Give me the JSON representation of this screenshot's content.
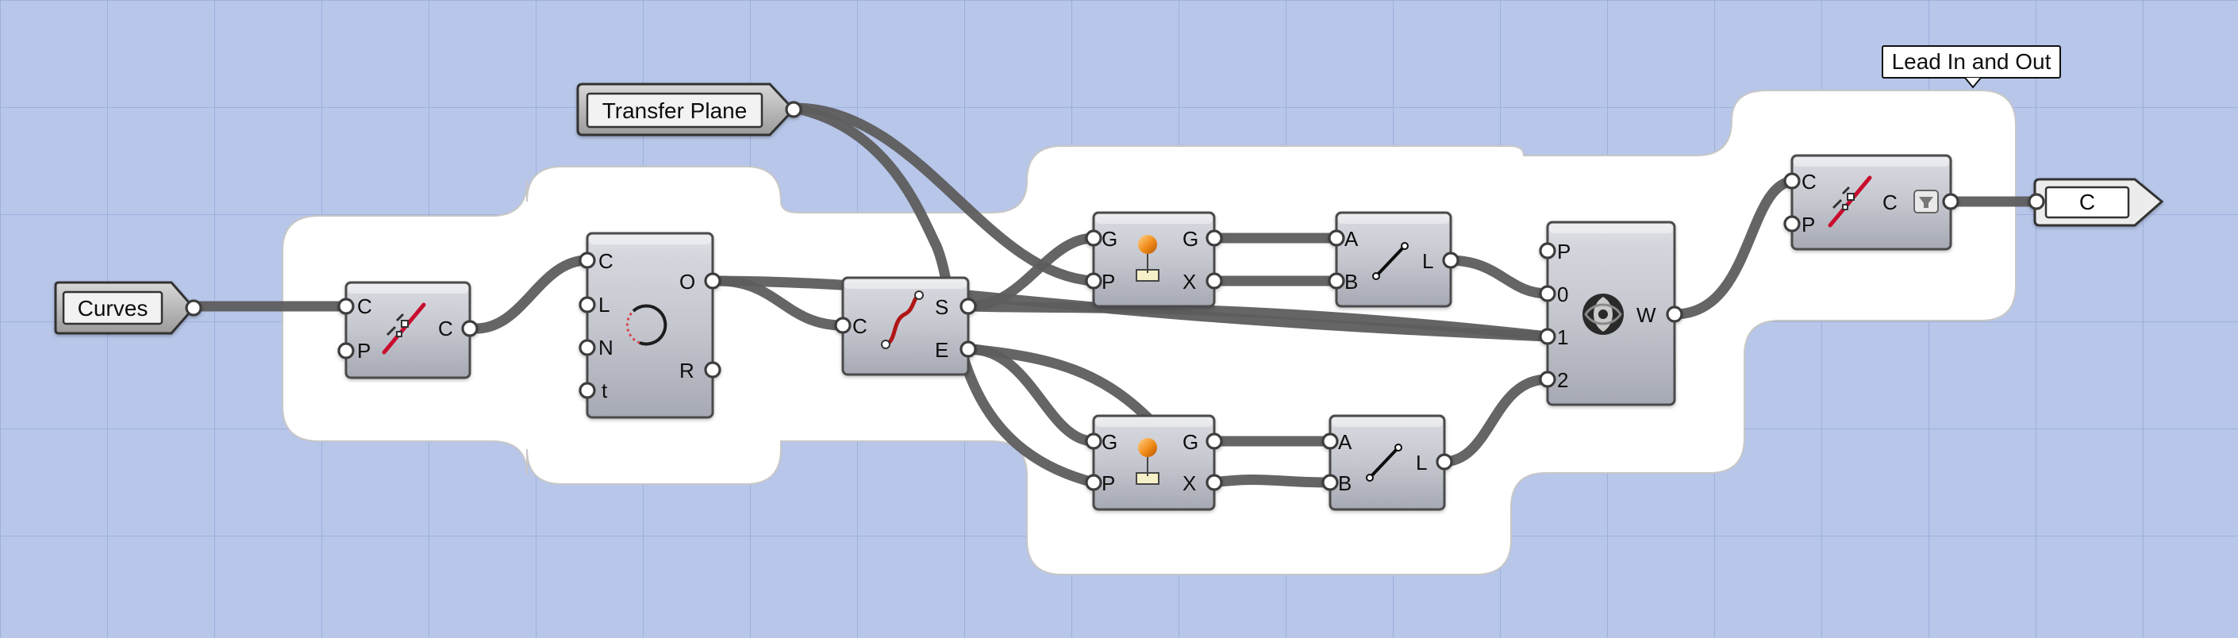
{
  "canvas": {
    "background": "#b7c6e9",
    "group_label": "Lead In and Out"
  },
  "params": {
    "curves": "Curves",
    "transfer_plane": "Transfer Plane",
    "output": "C"
  },
  "components": {
    "shatter_1": {
      "inputs": [
        "C",
        "P"
      ],
      "outputs": [
        "C"
      ],
      "icon": "shatter-curve-icon"
    },
    "circle": {
      "inputs": [
        "C",
        "L",
        "N",
        "t"
      ],
      "outputs": [
        "O",
        "R"
      ],
      "icon": "circle-icon"
    },
    "end_points": {
      "inputs": [
        "C"
      ],
      "outputs": [
        "S",
        "E"
      ],
      "icon": "curve-endpoints-icon"
    },
    "pull_top": {
      "inputs": [
        "G",
        "P"
      ],
      "outputs": [
        "G",
        "X"
      ],
      "icon": "pull-point-icon"
    },
    "line_top": {
      "inputs": [
        "A",
        "B"
      ],
      "outputs": [
        "L"
      ],
      "icon": "line-icon"
    },
    "pull_bottom": {
      "inputs": [
        "G",
        "P"
      ],
      "outputs": [
        "G",
        "X"
      ],
      "icon": "pull-point-icon"
    },
    "line_bottom": {
      "inputs": [
        "A",
        "B"
      ],
      "outputs": [
        "L"
      ],
      "icon": "line-icon"
    },
    "weave": {
      "inputs": [
        "P",
        "0",
        "1",
        "2"
      ],
      "outputs": [
        "W"
      ],
      "icon": "weave-icon"
    },
    "shatter_2": {
      "inputs": [
        "C",
        "P"
      ],
      "outputs": [
        "C"
      ],
      "icon": "shatter-curve-icon",
      "extra_icon": "funnel-icon"
    }
  }
}
